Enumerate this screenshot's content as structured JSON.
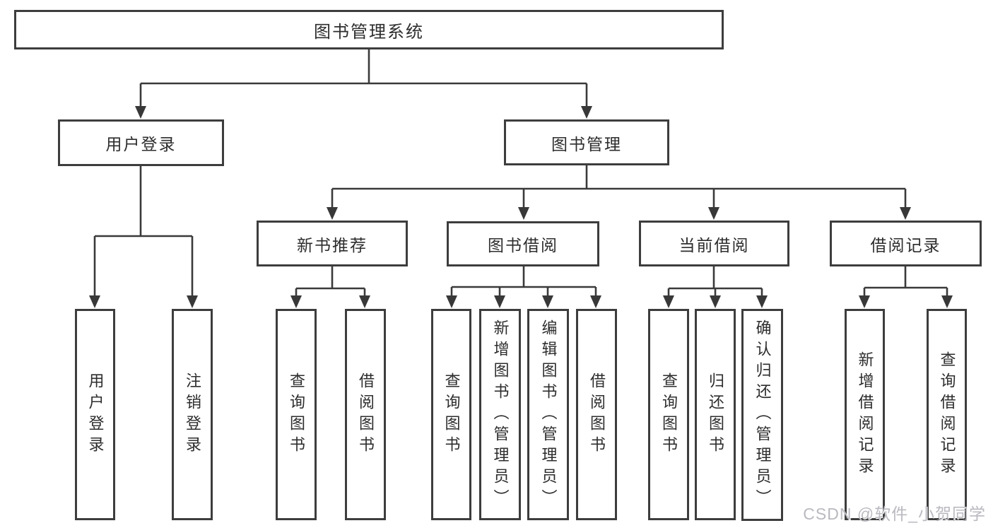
{
  "diagram": {
    "root": "图书管理系统",
    "user_branch": {
      "label": "用户登录",
      "children": [
        "用户登录",
        "注销登录"
      ]
    },
    "book_branch": {
      "label": "图书管理",
      "groups": [
        {
          "label": "新书推荐",
          "children": [
            "查询图书",
            "借阅图书"
          ]
        },
        {
          "label": "图书借阅",
          "children": [
            "查询图书",
            "新增图书（管理员）",
            "编辑图书（管理员）",
            "借阅图书"
          ]
        },
        {
          "label": "当前借阅",
          "children": [
            "查询图书",
            "归还图书",
            "确认归还（管理员）"
          ]
        },
        {
          "label": "借阅记录",
          "children": [
            "新增借阅记录",
            "查询借阅记录"
          ]
        }
      ]
    }
  },
  "watermark": "CSDN @软件_小贺同学",
  "colors": {
    "background": "#ffffff",
    "box_border": "#3d3d3d",
    "connector_line": "#3a3a3a",
    "text": "#2d2d2d",
    "watermark": "#b9b9c0"
  }
}
